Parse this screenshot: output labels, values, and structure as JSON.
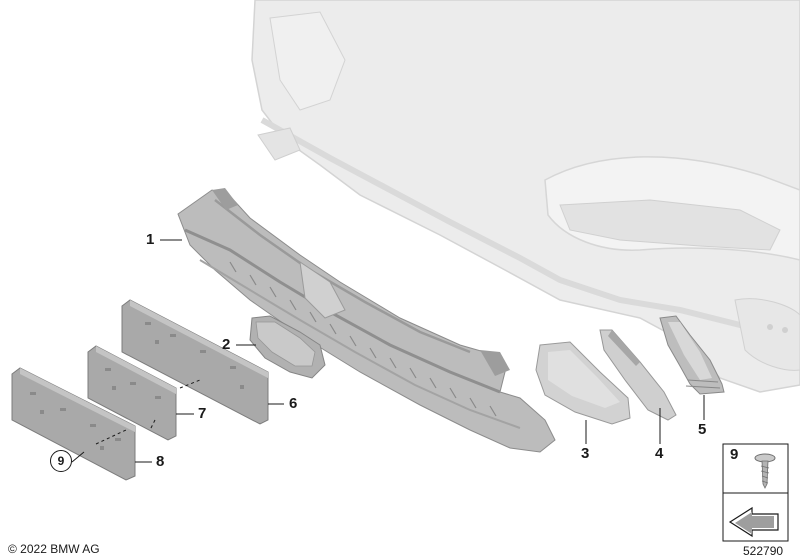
{
  "callouts": {
    "p1": "1",
    "p2": "2",
    "p3": "3",
    "p4": "4",
    "p5": "5",
    "p6": "6",
    "p7": "7",
    "p8": "8",
    "p9_circled": "9",
    "p9_legend": "9"
  },
  "footer": {
    "copyright": "© 2022 BMW AG",
    "diagram_number": "522790"
  },
  "colors": {
    "bumper": "#e9e9e9",
    "part_dark": "#a9a9a9",
    "part_mid": "#c6c6c6",
    "part_light": "#d9d9d9",
    "line": "#1a1a1a"
  }
}
